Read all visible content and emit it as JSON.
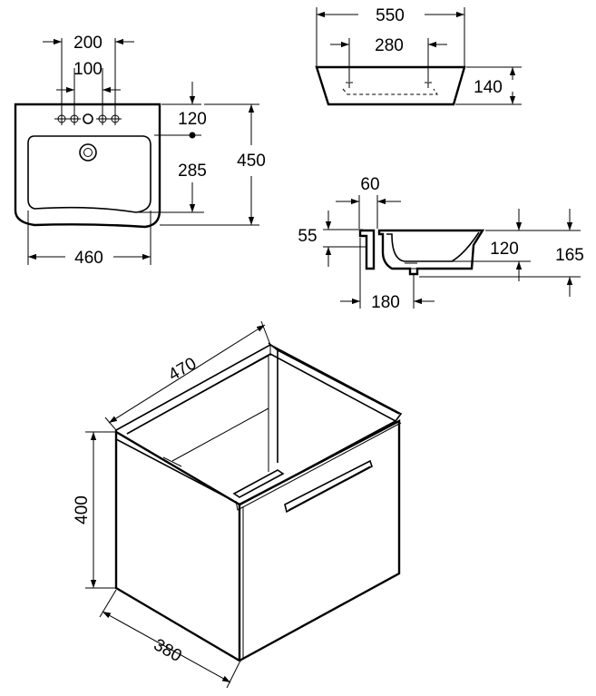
{
  "top_view": {
    "dim_200": "200",
    "dim_100": "100",
    "dim_120": "120",
    "dim_285": "285",
    "dim_450": "450",
    "dim_460": "460"
  },
  "front_view": {
    "dim_550": "550",
    "dim_280": "280",
    "dim_140": "140"
  },
  "side_section": {
    "dim_60": "60",
    "dim_55": "55",
    "dim_120": "120",
    "dim_165": "165",
    "dim_180": "180"
  },
  "cabinet": {
    "dim_470": "470",
    "dim_400": "400",
    "dim_380": "380"
  }
}
